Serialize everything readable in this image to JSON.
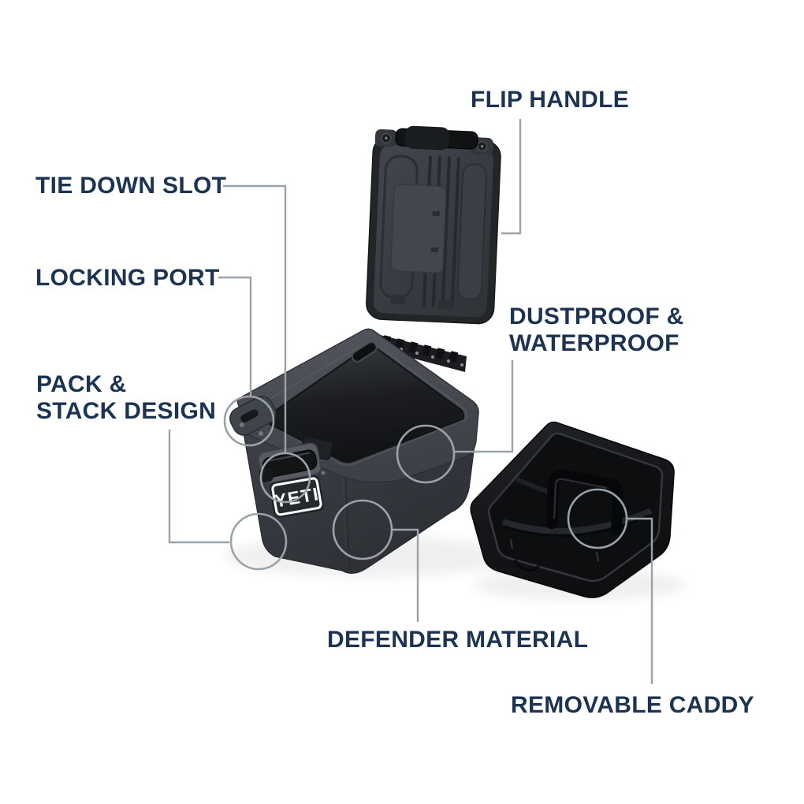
{
  "product": {
    "logo_text": "YETI"
  },
  "callouts": [
    {
      "id": "flip-handle",
      "lines": [
        "FLIP HANDLE"
      ]
    },
    {
      "id": "tie-down-slot",
      "lines": [
        "TIE DOWN SLOT"
      ]
    },
    {
      "id": "locking-port",
      "lines": [
        "LOCKING PORT"
      ]
    },
    {
      "id": "pack-stack",
      "lines": [
        "PACK &",
        "STACK DESIGN"
      ]
    },
    {
      "id": "dustproof",
      "lines": [
        "DUSTPROOF &",
        "WATERPROOF"
      ]
    },
    {
      "id": "defender",
      "lines": [
        "DEFENDER MATERIAL"
      ]
    },
    {
      "id": "removable-caddy",
      "lines": [
        "REMOVABLE CADDY"
      ]
    }
  ],
  "colors": {
    "background": "#ffffff",
    "label_text": "#1c3452",
    "callout_line": "#9aa3aa",
    "box_charcoal": "#3c4046",
    "box_dark_interior": "#15171a",
    "caddy_black": "#141618",
    "logo_text_color": "#ffffff"
  }
}
